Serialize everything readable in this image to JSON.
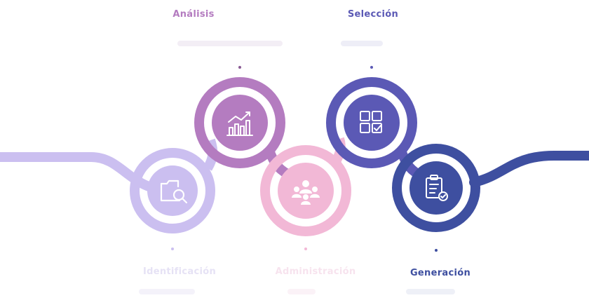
{
  "steps": [
    {
      "title": "Identificación",
      "color": "#cbbff0",
      "icon": "search-folder-icon"
    },
    {
      "title": "Análisis",
      "color": "#b47cc0",
      "icon": "bar-chart-icon"
    },
    {
      "title": "Administración",
      "color": "#f2b8d6",
      "icon": "people-group-icon"
    },
    {
      "title": "Selección",
      "color": "#5b59b5",
      "icon": "grid-check-icon"
    },
    {
      "title": "Generación",
      "color": "#3e4fa0",
      "icon": "clipboard-check-icon"
    }
  ]
}
